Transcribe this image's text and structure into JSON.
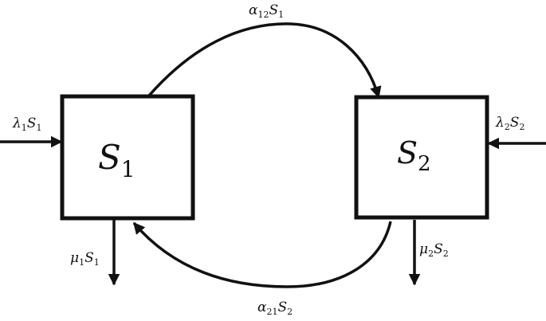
{
  "nodes": {
    "s1": {
      "var": "S",
      "sub": "1"
    },
    "s2": {
      "var": "S",
      "sub": "2"
    }
  },
  "flows": {
    "alpha12": {
      "sym": "α",
      "sym_sub": "12",
      "var": "S",
      "var_sub": "1"
    },
    "alpha21": {
      "sym": "α",
      "sym_sub": "21",
      "var": "S",
      "var_sub": "2"
    },
    "lambda1": {
      "sym": "λ",
      "sym_sub": "1",
      "var": "S",
      "var_sub": "1"
    },
    "lambda2": {
      "sym": "λ",
      "sym_sub": "2",
      "var": "S",
      "var_sub": "2"
    },
    "mu1": {
      "sym": "μ",
      "sym_sub": "1",
      "var": "S",
      "var_sub": "1"
    },
    "mu2": {
      "sym": "μ",
      "sym_sub": "2",
      "var": "S",
      "var_sub": "2"
    }
  },
  "colors": {
    "stroke": "#111111",
    "box_fill": "#ffffff"
  }
}
